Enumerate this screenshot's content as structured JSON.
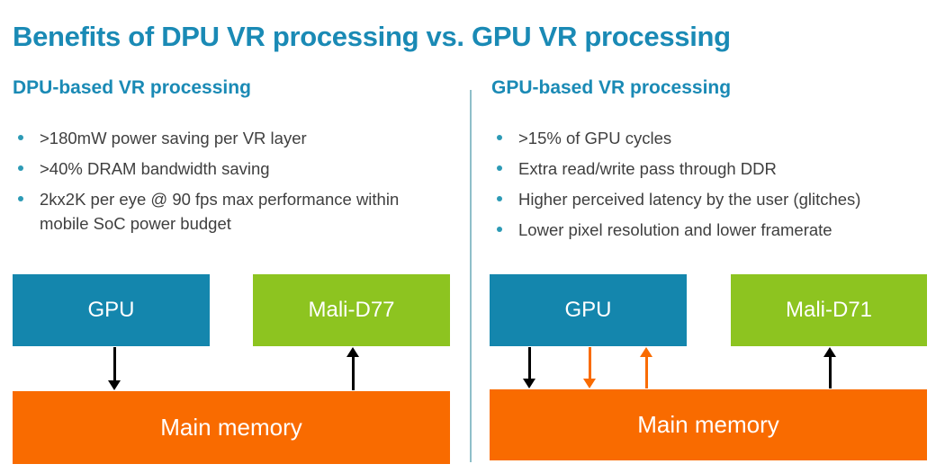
{
  "title": "Benefits of DPU VR processing vs. GPU VR processing",
  "colors": {
    "accent_teal": "#1A8AB5",
    "bullet_dot_teal": "#2C9AB5",
    "body_text_gray": "#3F3F3F",
    "gpu_box_blue": "#1486AD",
    "display_box_green": "#8DC420",
    "memory_box_orange": "#F96B00",
    "arrow_black": "#000000",
    "arrow_orange": "#F96B00",
    "divider_teal": "#8FBFC9"
  },
  "left_panel": {
    "heading": "DPU-based VR processing",
    "bullets": [
      ">180mW power saving per VR layer",
      ">40% DRAM bandwidth saving",
      "2kx2K per eye @ 90 fps max performance within mobile SoC power budget"
    ],
    "diagram": {
      "gpu_box_label": "GPU",
      "display_box_label": "Mali-D77",
      "memory_box_label": "Main memory",
      "arrows": [
        {
          "from": "GPU",
          "to": "Main memory",
          "direction": "down",
          "color": "black"
        },
        {
          "from": "Main memory",
          "to": "Mali-D77",
          "direction": "up",
          "color": "black"
        }
      ]
    }
  },
  "right_panel": {
    "heading": "GPU-based VR processing",
    "bullets": [
      ">15% of GPU cycles",
      "Extra read/write pass through DDR",
      "Higher perceived latency by the user (glitches)",
      "Lower pixel resolution and lower framerate"
    ],
    "diagram": {
      "gpu_box_label": "GPU",
      "display_box_label": "Mali-D71",
      "memory_box_label": "Main memory",
      "arrows": [
        {
          "from": "GPU",
          "to": "Main memory",
          "direction": "down",
          "color": "black"
        },
        {
          "from": "GPU",
          "to": "Main memory",
          "direction": "down",
          "color": "orange"
        },
        {
          "from": "Main memory",
          "to": "GPU",
          "direction": "up",
          "color": "orange"
        },
        {
          "from": "Main memory",
          "to": "Mali-D71",
          "direction": "up",
          "color": "black"
        }
      ]
    }
  }
}
